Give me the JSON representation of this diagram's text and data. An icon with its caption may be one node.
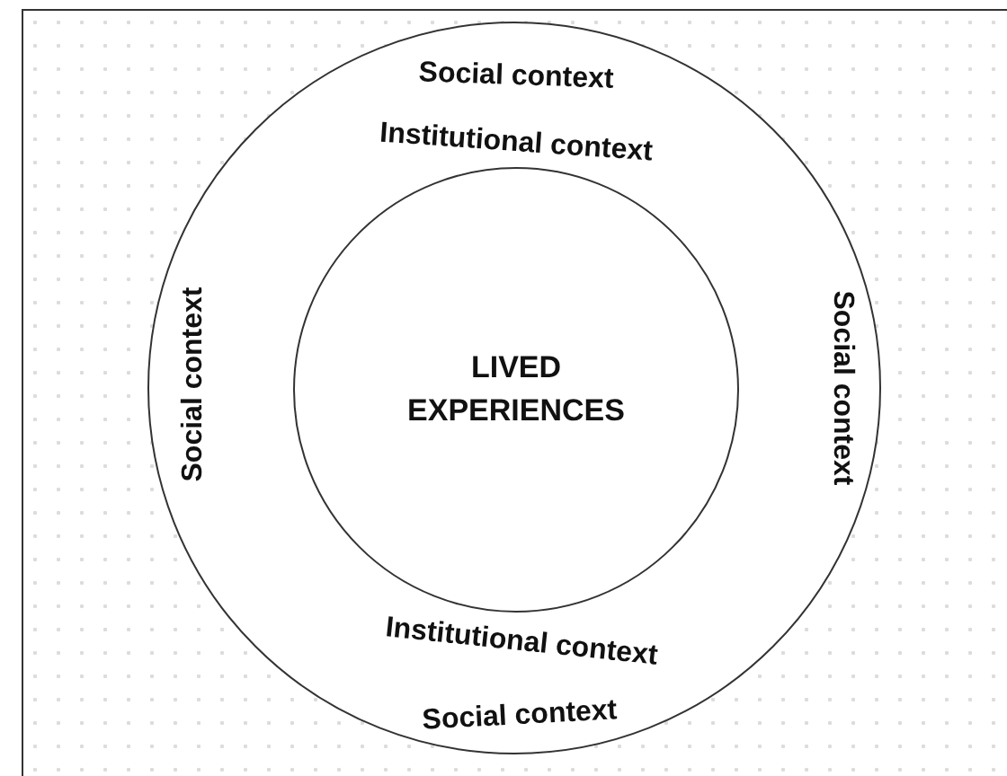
{
  "diagram": {
    "nodes": [
      {
        "text": [
          "Social context",
          "Institutional context",
          "Social context",
          "Social context",
          "Institutional context",
          "Social context"
        ]
      },
      {
        "text": [
          "LIVED EXPERIENCES"
        ],
        "in": 0
      }
    ]
  }
}
